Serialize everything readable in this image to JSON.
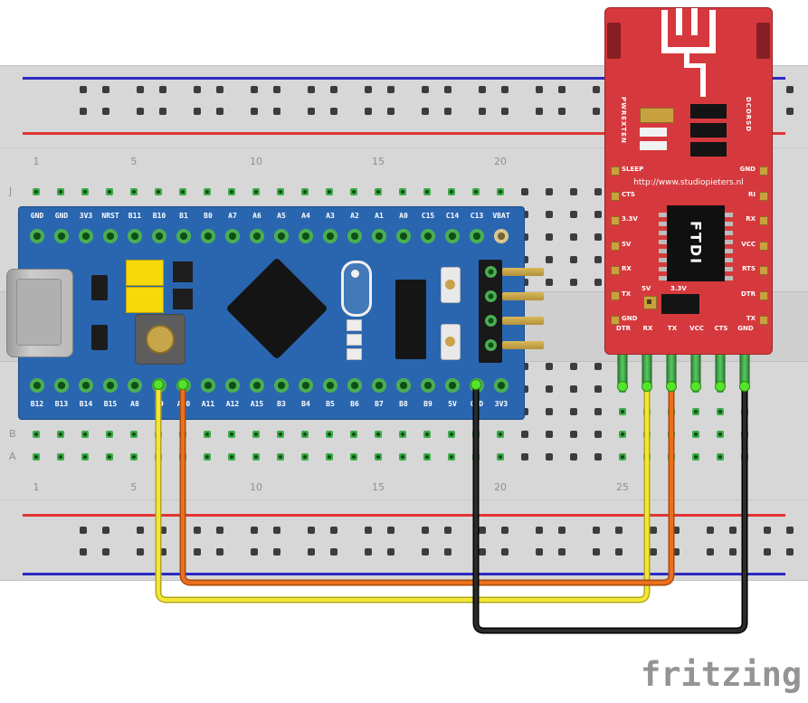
{
  "logo": "fritzing",
  "breadboard": {
    "top_numbers": [
      {
        "label": "1",
        "col": 1
      },
      {
        "label": "5",
        "col": 5
      },
      {
        "label": "10",
        "col": 10
      },
      {
        "label": "15",
        "col": 15
      },
      {
        "label": "20",
        "col": 20
      }
    ],
    "bottom_numbers": [
      {
        "label": "1",
        "col": 1
      },
      {
        "label": "5",
        "col": 5
      },
      {
        "label": "10",
        "col": 10
      },
      {
        "label": "15",
        "col": 15
      },
      {
        "label": "20",
        "col": 20
      },
      {
        "label": "25",
        "col": 25
      }
    ],
    "row_letters": [
      "J",
      "B",
      "A"
    ],
    "rail_positive_color": "#e23535",
    "rail_negative_color": "#2b2bc0"
  },
  "bluepill": {
    "pcb_color": "#2a66b0",
    "top_pins": [
      "GND",
      "GND",
      "3V3",
      "NRST",
      "B11",
      "B10",
      "B1",
      "B0",
      "A7",
      "A6",
      "A5",
      "A4",
      "A3",
      "A2",
      "A1",
      "A0",
      "C15",
      "C14",
      "C13",
      "VBAT"
    ],
    "bottom_pins": [
      "B12",
      "B13",
      "B14",
      "B15",
      "A8",
      "A9",
      "A10",
      "A11",
      "A12",
      "A15",
      "B3",
      "B4",
      "B5",
      "B6",
      "B7",
      "B8",
      "B9",
      "5V",
      "GND",
      "3V3"
    ]
  },
  "ftdi": {
    "pcb_color": "#d6393d",
    "url": "http://www.studiopieters.nl",
    "chip_label": "FTDI",
    "left_vertical_label": "PWREXTEN",
    "right_vertical_label": "DCDRSD",
    "left_pin_labels": [
      "SLEEP",
      "CTS",
      "3.3V",
      "5V",
      "RX",
      "TX",
      "GND"
    ],
    "right_pin_labels": [
      "GND",
      "RI",
      "RX",
      "VCC",
      "RTS",
      "DTR",
      "TX"
    ],
    "jumper_labels": [
      "5V",
      "3.3V"
    ],
    "bottom_pin_labels": [
      "DTR",
      "RX",
      "TX",
      "VCC",
      "CTS",
      "GND"
    ]
  },
  "wires": [
    {
      "id": "yellow",
      "color": "#f2e636",
      "outline": "#b5a81a",
      "from": "Blue Pill A9",
      "to": "FTDI RX"
    },
    {
      "id": "orange",
      "color": "#ec6f1d",
      "outline": "#a84d0e",
      "from": "Blue Pill A10",
      "to": "FTDI TX"
    },
    {
      "id": "black",
      "color": "#2b2b2b",
      "outline": "#000000",
      "from": "Blue Pill GND",
      "to": "FTDI GND"
    }
  ]
}
